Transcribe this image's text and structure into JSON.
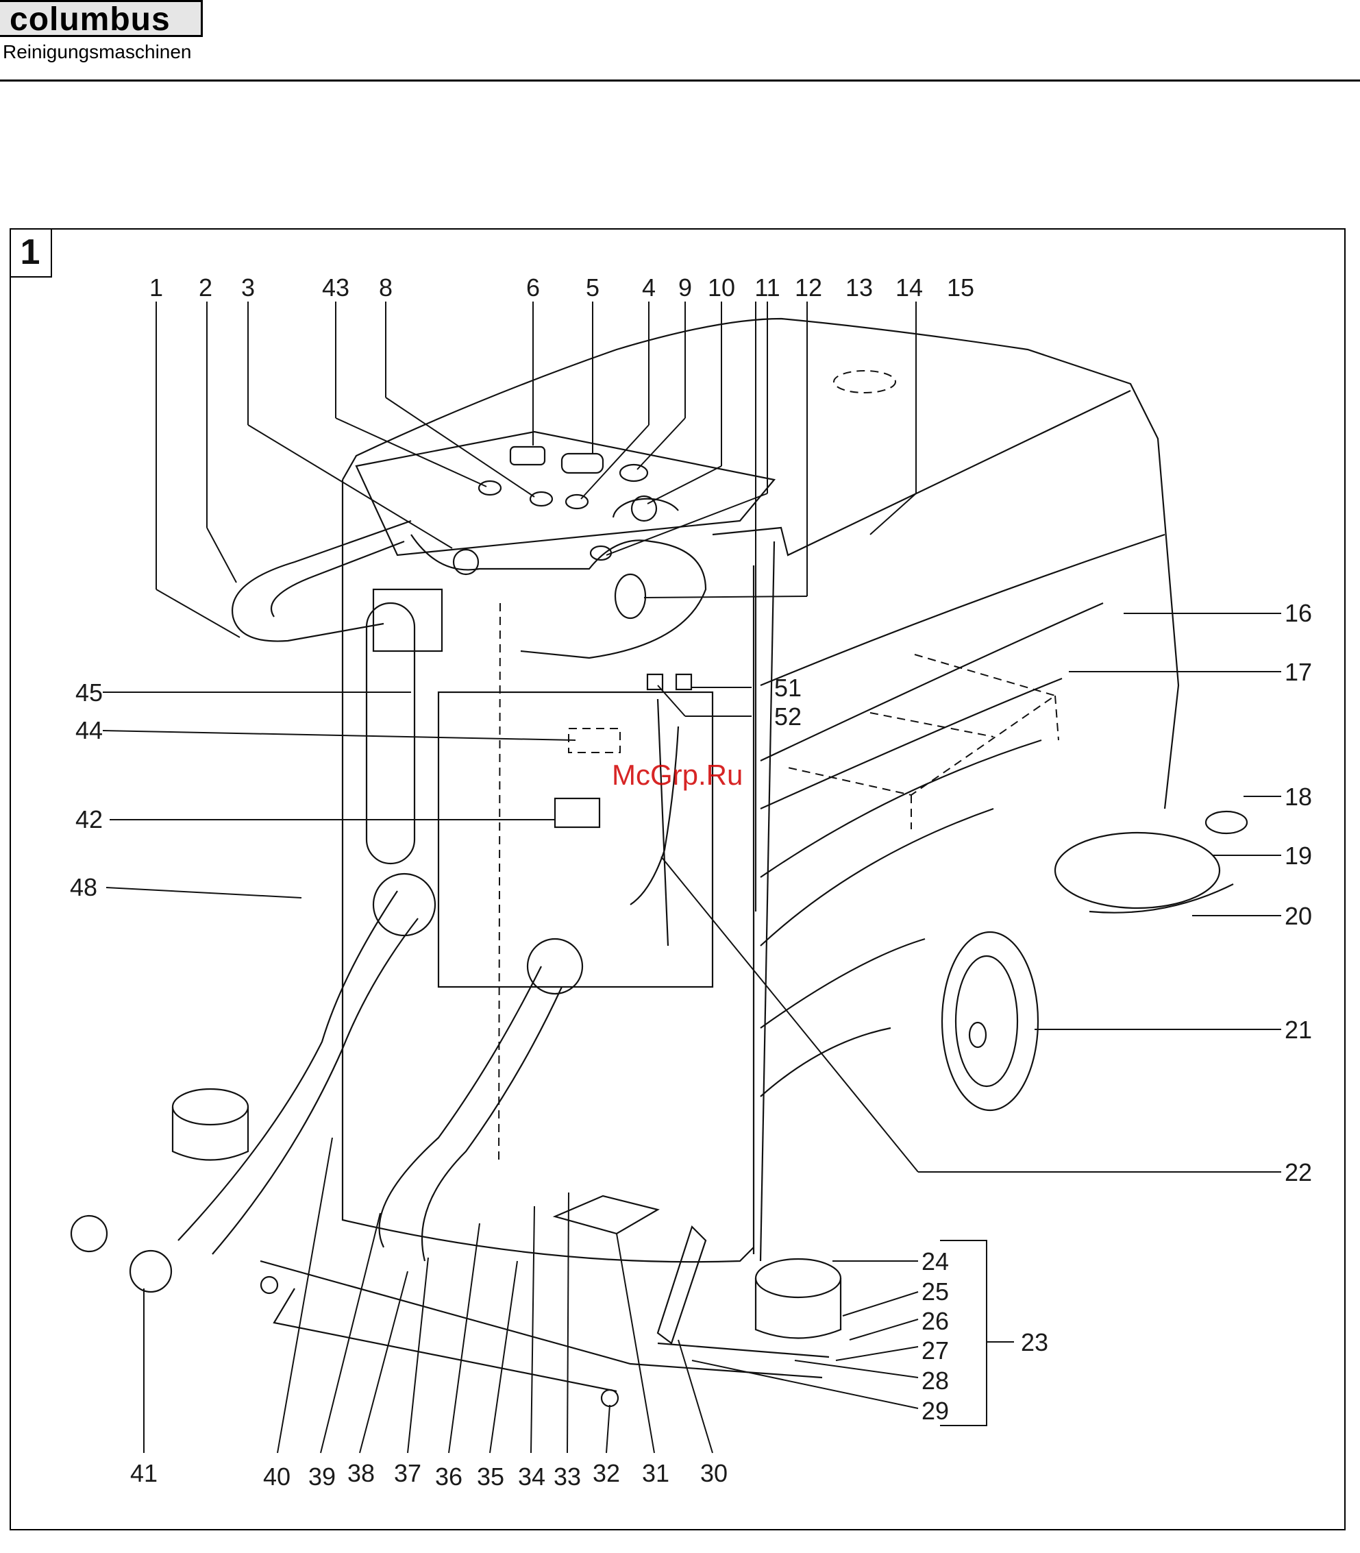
{
  "header": {
    "brand": "columbus",
    "subtitle": "Reinigungsmaschinen"
  },
  "figure": {
    "number": "1",
    "watermark": "McGrp.Ru",
    "callouts": [
      "1",
      "2",
      "3",
      "43",
      "8",
      "6",
      "5",
      "4",
      "9",
      "10",
      "11",
      "12",
      "13",
      "14",
      "15",
      "16",
      "17",
      "51",
      "52",
      "45",
      "44",
      "42",
      "48",
      "18",
      "19",
      "20",
      "21",
      "22",
      "23",
      "24",
      "25",
      "26",
      "27",
      "28",
      "29",
      "30",
      "31",
      "32",
      "33",
      "34",
      "35",
      "36",
      "37",
      "38",
      "39",
      "40",
      "41"
    ]
  }
}
